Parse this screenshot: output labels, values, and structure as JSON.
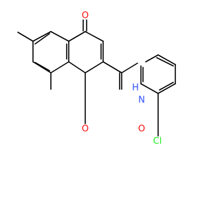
{
  "molecule": {
    "atom_labels": [
      {
        "id": "o-carbonyl-ring",
        "text": "O"
      },
      {
        "id": "o-ring",
        "text": "O"
      },
      {
        "id": "o-amide",
        "text": "O"
      },
      {
        "id": "nh-amide",
        "text": "H"
      },
      {
        "id": "n-amide",
        "text": "N"
      },
      {
        "id": "cl",
        "text": "Cl"
      }
    ],
    "colors": {
      "bond": "#000000",
      "oxygen": "#ff0d0d",
      "nitrogen": "#3050f8",
      "chlorine": "#1ff01f"
    }
  }
}
